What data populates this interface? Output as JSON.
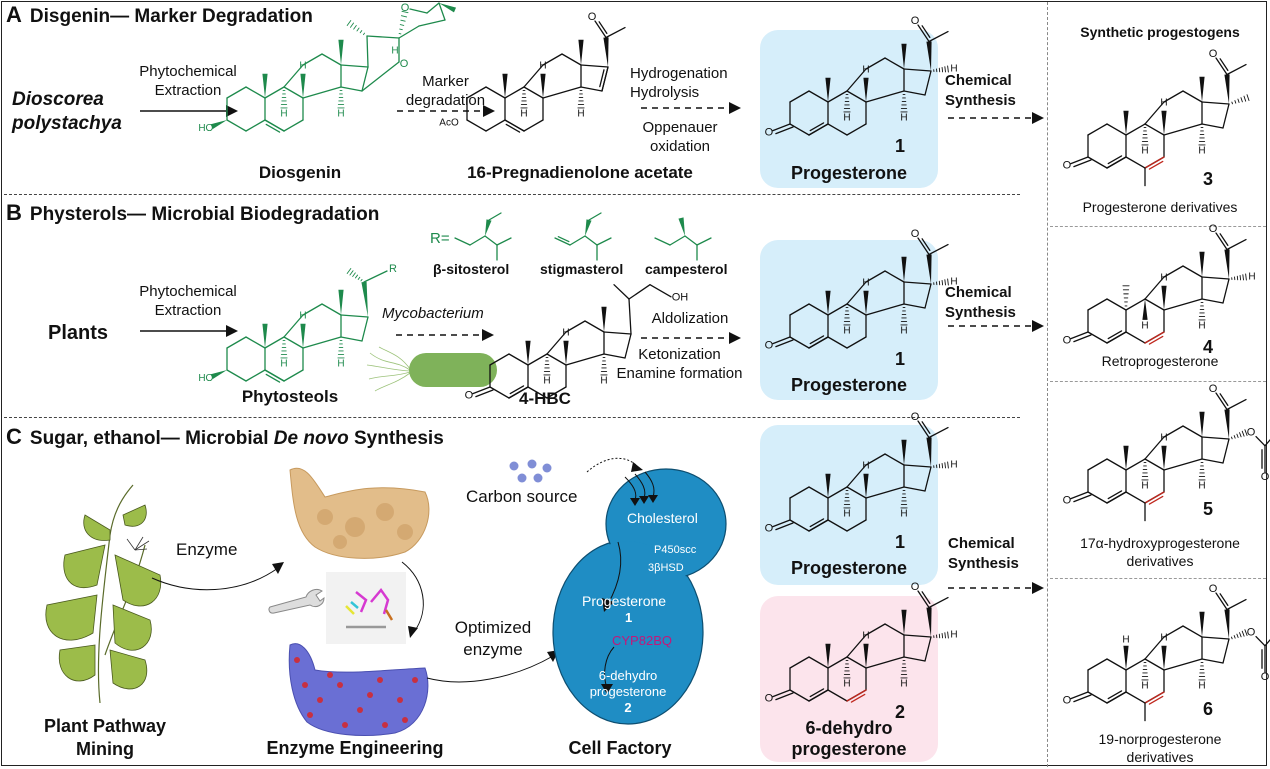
{
  "panels": {
    "A": {
      "letter": "A",
      "title": "Disgenin— Marker Degradation",
      "source_line1": "Dioscorea",
      "source_line2": "polystachya",
      "step1_line1": "Phytochemical",
      "step1_line2": "Extraction",
      "intermediate1": "Diosgenin",
      "step2_line1": "Marker",
      "step2_line2": "degradation",
      "intermediate2": "16-Pregnadienolone acetate",
      "step3_above1": "Hydrogenation",
      "step3_above2": "Hydrolysis",
      "step3_below1": "Oppenauer",
      "step3_below2": "oxidation",
      "product": "Progesterone",
      "product_number": "1",
      "acetate_label": "AcO",
      "ho_label": "HO",
      "to_right_line1": "Chemical",
      "to_right_line2": "Synthesis"
    },
    "B": {
      "letter": "B",
      "title": "Physterols— Microbial  Biodegradation",
      "source": "Plants",
      "step1_line1": "Phytochemical",
      "step1_line2": "Extraction",
      "intermediate1": "Phytosteols",
      "r_label": "R=",
      "r_group_label": "R",
      "side_chains": [
        "β-sitosterol",
        "stigmasterol",
        "campesterol"
      ],
      "step2": "Mycobacterium",
      "intermediate2": "4-HBC",
      "oh_label": "OH",
      "step3_above": "Aldolization",
      "step3_below1": "Ketonization",
      "step3_below2": "Enamine formation",
      "product": "Progesterone",
      "product_number": "1",
      "to_right_line1": "Chemical",
      "to_right_line2": "Synthesis"
    },
    "C": {
      "letter": "C",
      "title_prefix": "Sugar, ethanol— Microbial ",
      "title_italic": "De novo",
      "title_suffix": " Synthesis",
      "plant_label_line1": "Plant Pathway",
      "plant_label_line2": "Mining",
      "enzyme_arrow_label": "Enzyme",
      "engineering_label": "Enzyme Engineering",
      "optimized_line1": "Optimized",
      "optimized_line2": "enzyme",
      "carbon_source": "Carbon source",
      "cell_factory_label": "Cell Factory",
      "cell_cholesterol": "Cholesterol",
      "cell_enzyme1": "P450scc",
      "cell_enzyme2": "3βHSD",
      "cell_progesterone": "Progesterone",
      "cell_progesterone_num": "1",
      "cell_enzyme3": "CYP82BQ",
      "cell_product_line1": "6-dehydro",
      "cell_product_line2": "progesterone",
      "cell_product_num": "2",
      "product1": "Progesterone",
      "product1_number": "1",
      "product2_line1": "6-dehydro",
      "product2_line2": "progesterone",
      "product2_number": "2",
      "to_right_line1": "Chemical",
      "to_right_line2": "Synthesis"
    }
  },
  "right_column": {
    "title": "Synthetic progestogens",
    "items": [
      {
        "number": "3",
        "label_line1": "Progesterone derivatives",
        "label_line2": ""
      },
      {
        "number": "4",
        "label_line1": "Retroprogesterone",
        "label_line2": ""
      },
      {
        "number": "5",
        "label_line1": "17α-hydroxyprogesterone",
        "label_line2": "derivatives"
      },
      {
        "number": "6",
        "label_line1": "19-norprogesterone",
        "label_line2": "derivatives"
      }
    ]
  },
  "atom_labels": {
    "H": "H",
    "O": "O"
  },
  "colors": {
    "line": "#111111",
    "green": "#1e8a4c",
    "red": "#c0281e",
    "blue_box": "#d6eefa",
    "pink_box": "#fce4ec",
    "cell": "#1f8dc4",
    "cyp": "#c2187a",
    "bacterium": "#7fb25a",
    "enzyme_top": "#e2bd8a",
    "enzyme_bottom": "#6a6fd4"
  }
}
